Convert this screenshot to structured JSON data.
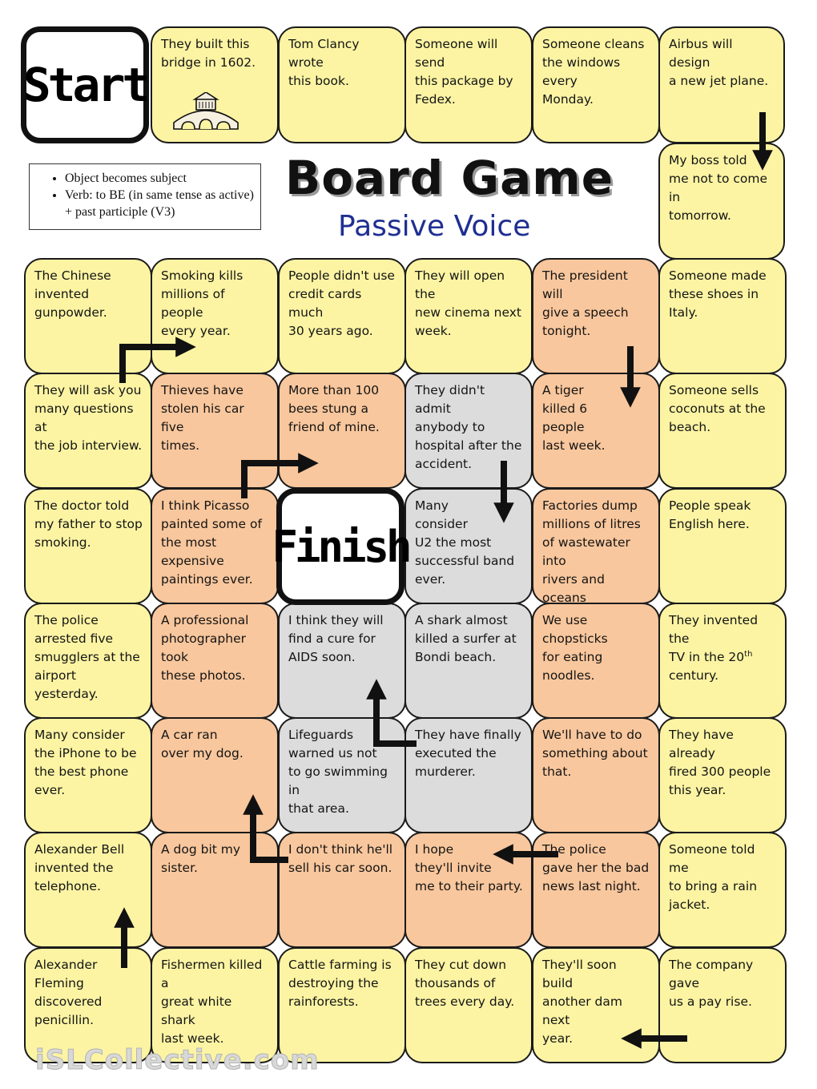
{
  "start_label": "Start",
  "finish_label": "Finish",
  "title": "Board Game",
  "subtitle": "Passive Voice",
  "rules": [
    "Object becomes subject",
    "Verb: to BE (in same tense as active) + past participle (V3)"
  ],
  "watermark": "iSLCollective.com",
  "colors": {
    "yellow": "#fcf4a3",
    "orange": "#f9c79d",
    "grey": "#dcdcdc",
    "subtitle": "#1f2f92"
  },
  "squares": [
    {
      "id": "s1",
      "text": "They built this\nbridge in 1602.",
      "color": "yellow",
      "icon": "bridge-icon"
    },
    {
      "id": "s2",
      "text": "Tom Clancy wrote\nthis book.",
      "color": "yellow"
    },
    {
      "id": "s3",
      "text": "Someone will send\nthis package by\nFedex.",
      "color": "yellow"
    },
    {
      "id": "s4",
      "text": "Someone cleans\nthe windows every\nMonday.",
      "color": "yellow"
    },
    {
      "id": "s5",
      "text": "Airbus will design\na new jet plane.",
      "color": "yellow"
    },
    {
      "id": "s6",
      "text": "My boss told\nme not to come in\ntomorrow.",
      "color": "yellow"
    },
    {
      "id": "r2c1",
      "text": "The Chinese\ninvented\ngunpowder.",
      "color": "yellow"
    },
    {
      "id": "r2c2",
      "text": "Smoking kills\nmillions of people\nevery year.",
      "color": "yellow"
    },
    {
      "id": "r2c3",
      "text": "People didn't use\ncredit cards much\n30 years ago.",
      "color": "yellow"
    },
    {
      "id": "r2c4",
      "text": "They will open the\nnew cinema next\nweek.",
      "color": "yellow"
    },
    {
      "id": "r2c5",
      "text": "The president will\ngive a speech\ntonight.",
      "color": "orange"
    },
    {
      "id": "r2c6",
      "text": "Someone made\nthese shoes in\nItaly.",
      "color": "yellow"
    },
    {
      "id": "r3c1",
      "text": "They will ask you\nmany questions at\nthe job interview.",
      "color": "yellow"
    },
    {
      "id": "r3c2",
      "text": "Thieves have\nstolen his car five\ntimes.",
      "color": "orange"
    },
    {
      "id": "r3c3",
      "text": "More than 100\nbees stung a\nfriend of mine.",
      "color": "orange"
    },
    {
      "id": "r3c4",
      "text": "They didn't admit\nanybody to\nhospital after the\naccident.",
      "color": "grey"
    },
    {
      "id": "r3c5",
      "text": "A tiger\nkilled 6\npeople\nlast week.",
      "color": "orange"
    },
    {
      "id": "r3c6",
      "text": "Someone sells\ncoconuts at the\nbeach.",
      "color": "yellow"
    },
    {
      "id": "r4c1",
      "text": "The doctor told\nmy father to stop\nsmoking.",
      "color": "yellow"
    },
    {
      "id": "r4c2",
      "text": "I think Picasso\npainted some of\nthe most\nexpensive\npaintings ever.",
      "color": "orange"
    },
    {
      "id": "r4c4",
      "text": "Many\nconsider\nU2 the most\nsuccessful band\never.",
      "color": "grey"
    },
    {
      "id": "r4c5",
      "text": "Factories dump\nmillions of litres\nof wastewater into\nrivers and oceans\nevery day.",
      "color": "orange"
    },
    {
      "id": "r4c6",
      "text": "People speak\nEnglish here.",
      "color": "yellow"
    },
    {
      "id": "r5c1",
      "text": "The police\narrested five\nsmugglers at the\nairport yesterday.",
      "color": "yellow"
    },
    {
      "id": "r5c2",
      "text": "A professional\nphotographer took\nthese photos.",
      "color": "orange"
    },
    {
      "id": "r5c3",
      "text": "I think they will\nfind a cure for\nAIDS soon.",
      "color": "grey"
    },
    {
      "id": "r5c4",
      "text": "A shark almost\nkilled a surfer at\nBondi beach.",
      "color": "grey"
    },
    {
      "id": "r5c5",
      "text": "We use chopsticks\nfor eating noodles.",
      "color": "orange"
    },
    {
      "id": "r5c6",
      "text": "They invented the\nTV in the 20",
      "sup": "th",
      "tail": "\ncentury.",
      "color": "yellow"
    },
    {
      "id": "r6c1",
      "text": "Many consider\nthe iPhone to be\nthe best phone\never.",
      "color": "yellow"
    },
    {
      "id": "r6c2",
      "text": "A car ran\nover my dog.",
      "color": "orange"
    },
    {
      "id": "r6c3",
      "text": "Lifeguards\nwarned us not\nto go swimming in\nthat area.",
      "color": "grey"
    },
    {
      "id": "r6c4",
      "text": "They have finally\nexecuted the\nmurderer.",
      "color": "grey"
    },
    {
      "id": "r6c5",
      "text": "We'll have to do\nsomething about\nthat.",
      "color": "orange"
    },
    {
      "id": "r6c6",
      "text": "They have already\nfired 300 people\nthis year.",
      "color": "yellow"
    },
    {
      "id": "r7c1",
      "text": "Alexander Bell\ninvented the\ntelephone.",
      "color": "yellow"
    },
    {
      "id": "r7c2",
      "text": "A dog bit my\nsister.",
      "color": "orange"
    },
    {
      "id": "r7c3",
      "text": "I don't think he'll\nsell his car soon.",
      "color": "orange"
    },
    {
      "id": "r7c4",
      "text": "I hope\nthey'll invite\nme to their party.",
      "color": "orange"
    },
    {
      "id": "r7c5",
      "text": "The police\ngave her the bad\nnews last night.",
      "color": "orange"
    },
    {
      "id": "r7c6",
      "text": "Someone told me\nto bring a rain\njacket.",
      "color": "yellow"
    },
    {
      "id": "r8c1",
      "text": "Alexander\nFleming\ndiscovered\npenicillin.",
      "color": "yellow"
    },
    {
      "id": "r8c2",
      "text": "Fishermen killed a\ngreat white shark\nlast week.",
      "color": "yellow"
    },
    {
      "id": "r8c3",
      "text": "Cattle farming is\ndestroying the\nrainforests.",
      "color": "yellow"
    },
    {
      "id": "r8c4",
      "text": "They cut down\nthousands of\ntrees every day.",
      "color": "yellow"
    },
    {
      "id": "r8c5",
      "text": "They'll soon build\nanother dam next\nyear.",
      "color": "yellow"
    },
    {
      "id": "r8c6",
      "text": "The company gave\nus a pay rise.",
      "color": "yellow"
    }
  ]
}
